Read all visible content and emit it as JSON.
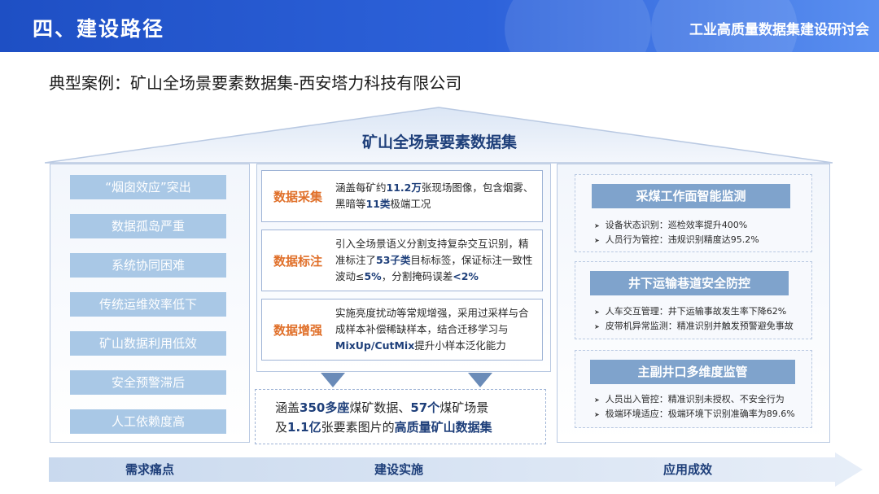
{
  "header": {
    "section_title": "四、建设路径",
    "conference": "工业高质量数据集建设研讨会"
  },
  "subtitle": "典型案例：矿山全场景要素数据集-西安塔力科技有限公司",
  "roof_title": "矿山全场景要素数据集",
  "pain_points": [
    "“烟囱效应”突出",
    "数据孤岛严重",
    "系统协同困难",
    "传统运维效率低下",
    "矿山数据利用低效",
    "安全预警滞后",
    "人工依赖度高"
  ],
  "steps": [
    {
      "label": "数据采集",
      "text": {
        "a": "涵盖每矿约",
        "b": "11.2万",
        "c": "张现场图像，包含烟雾、黑暗等",
        "d": "11类",
        "e": "极端工况"
      }
    },
    {
      "label": "数据标注",
      "text": {
        "a": "引入全场景语义分割支持复杂交互识别，精准标注了",
        "b": "53子类",
        "c": "目标标签，保证标注一致性波动≤",
        "d": "5%",
        "e": "，分割掩码误差",
        "f": "<2%"
      }
    },
    {
      "label": "数据增强",
      "text": {
        "a": "实施亮度扰动等常规增强，采用过采样与合成样本补偿稀缺样本，结合迁移学习与",
        "b": "MixUp/CutMix",
        "c": "提升小样本泛化能力"
      }
    }
  ],
  "summary": {
    "a": "涵盖",
    "b": "350多座",
    "c": "煤矿数据、",
    "d": "57个",
    "e": "煤矿场景",
    "f": "及",
    "g": "1.1亿",
    "h": "张要素图片的",
    "i": "高质量矿山数据集"
  },
  "results": [
    {
      "title": "采煤工作面智能监测",
      "lines": [
        "设备状态识别：巡检效率提升400%",
        "人员行为管控：违规识别精度达95.2%"
      ]
    },
    {
      "title": "井下运输巷道安全防控",
      "lines": [
        "人车交互管理：井下运输事故发生率下降62%",
        "皮带机异常监测：精准识别并触发预警避免事故"
      ]
    },
    {
      "title": "主副井口多维度监管",
      "lines": [
        "人员出入管控：精准识别未授权、不安全行为",
        "极端环境适应：极端环境下识别准确率为89.6%"
      ]
    }
  ],
  "bottom_labels": [
    "需求痛点",
    "建设实施",
    "应用成效"
  ],
  "colors": {
    "header_blue": "#1e4fc4",
    "pain_box": "#a9c8e6",
    "step_label_orange": "#e0702a",
    "result_title": "#7fa3cc",
    "dark_text": "#1e3f7a"
  }
}
